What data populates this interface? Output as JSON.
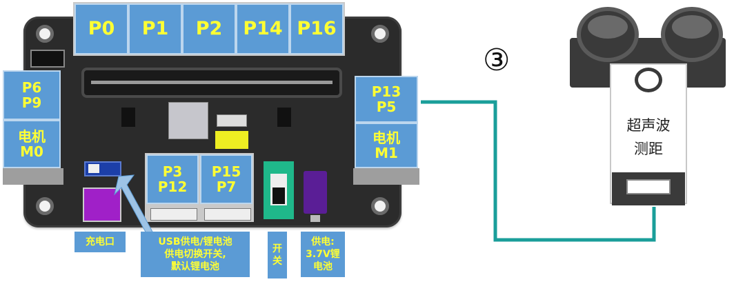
{
  "top_pins": [
    "P0",
    "P1",
    "P2",
    "P14",
    "P16"
  ],
  "left_pins": {
    "pins": "P6\nP9",
    "motor": "电机\nM0"
  },
  "right_pins": {
    "pins": "P13\nP5",
    "motor": "电机\nM1"
  },
  "center_pins": [
    {
      "top": "P3",
      "bottom": "P12"
    },
    {
      "top": "P15",
      "bottom": "P7"
    }
  ],
  "captions": {
    "charge": "充电口",
    "usb_switch": [
      "USB供电/锂电池",
      "供电切换开关,",
      "默认锂电池"
    ],
    "power_switch": [
      "开",
      "关"
    ],
    "battery": [
      "供电:",
      "3.7V锂",
      "电池"
    ]
  },
  "step_marker": "③",
  "sensor": {
    "line1": "超声波",
    "line2": "测距"
  },
  "colors": {
    "label_bg": "#5b9bd5",
    "label_text": "#ffff33",
    "wire": "#1a9e9a",
    "board": "#2b2b2b"
  }
}
